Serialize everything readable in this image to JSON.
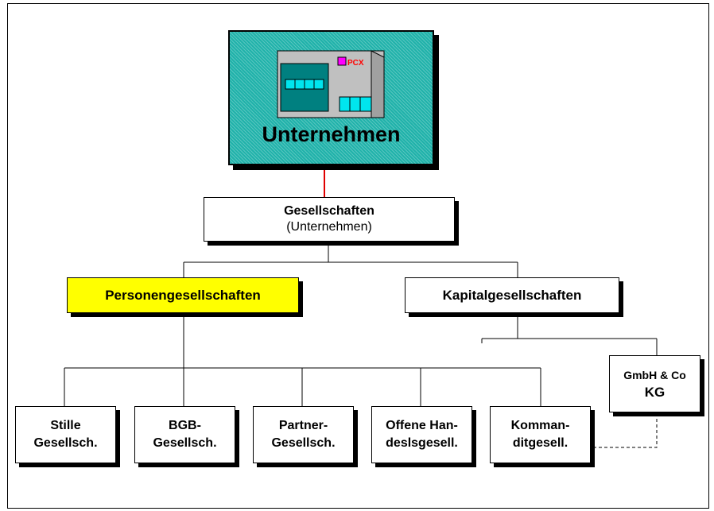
{
  "top": {
    "label": "Unternehmen",
    "icon_text": "PCX",
    "icon_name": "computer-icon",
    "background_color": "#20b2aa"
  },
  "gesellschaften": {
    "title": "Gesellschaften",
    "subtitle": "(Unternehmen)"
  },
  "personen": {
    "label": "Personengesellschaften",
    "highlight_color": "#ffff00"
  },
  "kapital": {
    "label": "Kapitalgesellschaften"
  },
  "leaves": [
    {
      "line1": "Stille",
      "line2": "Gesellsch."
    },
    {
      "line1": "BGB-",
      "line2": "Gesellsch."
    },
    {
      "line1": "Partner-",
      "line2": "Gesellsch."
    },
    {
      "line1": "Offene Han-",
      "line2": "deslsgesell."
    },
    {
      "line1": "Komman-",
      "line2": "ditgesell."
    }
  ],
  "gmbh": {
    "line1": "GmbH & Co",
    "line2": "KG"
  },
  "connector_color_top": "#e00000"
}
